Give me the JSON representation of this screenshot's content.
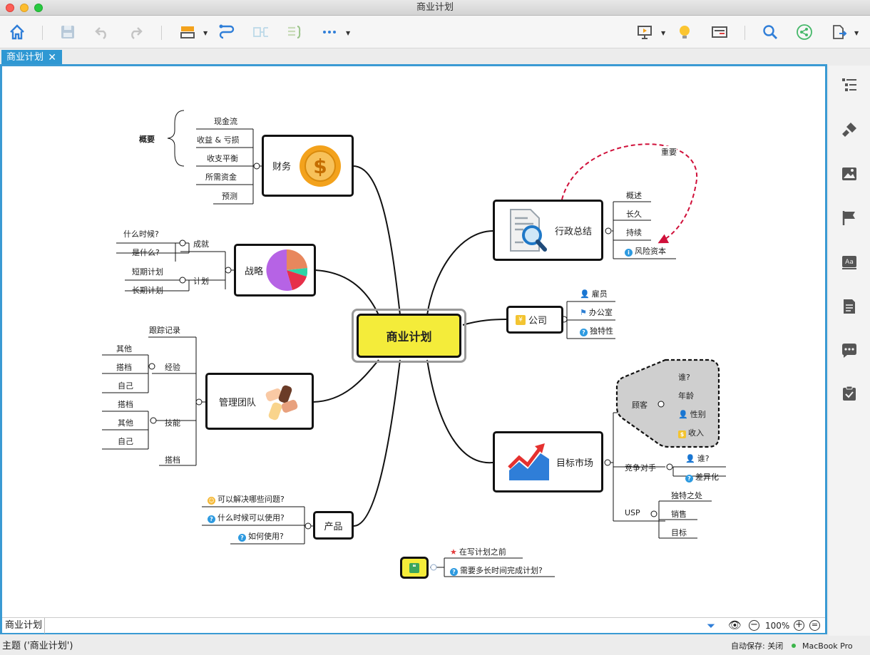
{
  "window": {
    "title": "商业计划"
  },
  "tab": {
    "label": "商业计划"
  },
  "central": {
    "label": "商业计划"
  },
  "finance": {
    "label": "财务",
    "group_label": "概要",
    "items": [
      "现金流",
      "收益 & 亏损",
      "收支平衡",
      "所需资金",
      "预测"
    ]
  },
  "strategy": {
    "label": "战略",
    "sub1": "成就",
    "sub1_items": [
      "什么时候?",
      "是什么?"
    ],
    "sub2": "计划",
    "sub2_items": [
      "短期计划",
      "长期计划"
    ]
  },
  "team": {
    "label": "管理团队",
    "top": "跟踪记录",
    "exp": "经验",
    "exp_items": [
      "其他",
      "搭档",
      "自己"
    ],
    "skill": "技能",
    "skill_items": [
      "搭档",
      "其他",
      "自己"
    ],
    "bottom": "搭档"
  },
  "product": {
    "label": "产品",
    "items": [
      "可以解决哪些问题?",
      "什么时候可以使用?",
      "如何使用?"
    ]
  },
  "admin": {
    "label": "行政总结",
    "items": [
      "概述",
      "长久",
      "持续",
      "风险资本"
    ],
    "relation": "重要"
  },
  "company": {
    "label": "公司",
    "items": [
      "雇员",
      "办公室",
      "独特性"
    ]
  },
  "market": {
    "label": "目标市场",
    "customer": "顾客",
    "customer_items": [
      "谁?",
      "年龄",
      "性别",
      "收入"
    ],
    "competitor": "竞争对手",
    "competitor_items": [
      "谁?",
      "差异化"
    ],
    "usp": "USP",
    "usp_items": [
      "独特之处",
      "销售",
      "目标"
    ]
  },
  "floating": {
    "items": [
      "在写计划之前",
      "需要多长时间完成计划?"
    ]
  },
  "bottom": {
    "sheet": "商业计划",
    "zoom": "100%"
  },
  "status": {
    "left": "主题 ('商业计划')",
    "autosave": "自动保存: 关闭",
    "device": "MacBook Pro"
  }
}
